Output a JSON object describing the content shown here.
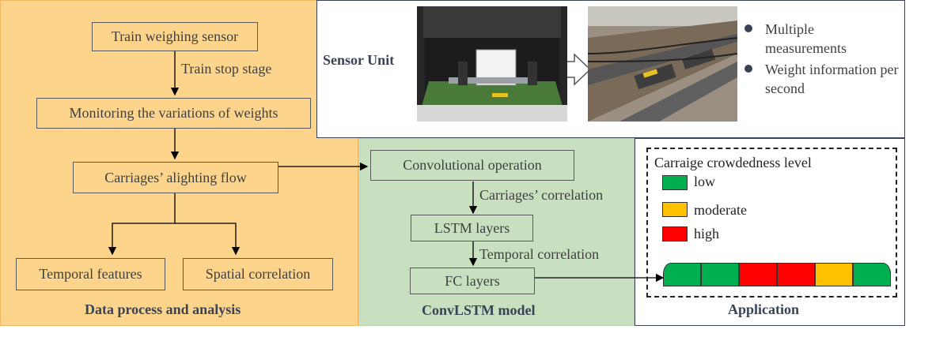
{
  "left_panel": {
    "title": "Data process and analysis",
    "sensor_box": "Train weighing sensor",
    "stop_label": "Train stop stage",
    "monitor_box": "Monitoring the variations of weights",
    "flow_box": "Carriages’ alighting flow",
    "temporal_box": "Temporal features",
    "spatial_box": "Spatial correlation"
  },
  "middle_panel": {
    "title": "ConvLSTM model",
    "conv_box": "Convolutional operation",
    "corr_label": "Carriages’ correlation",
    "lstm_box": "LSTM layers",
    "temporal_label": "Temporal correlation",
    "fc_box": "FC layers"
  },
  "sensor_panel": {
    "title": "Sensor Unit",
    "bullet1": "Multiple measurements",
    "bullet2": "Weight information per second"
  },
  "app_panel": {
    "title": "Application",
    "legend_title": "Carraige crowdedness level",
    "legend": [
      {
        "label": "low",
        "color": "#00b050"
      },
      {
        "label": "moderate",
        "color": "#ffc000"
      },
      {
        "label": "high",
        "color": "#ff0000"
      }
    ],
    "carriages": [
      "low",
      "low",
      "high",
      "high",
      "moderate",
      "low"
    ]
  },
  "colors": {
    "orange_panel": "#fdd48b",
    "green_panel": "#c8e0bf",
    "low": "#00b050",
    "moderate": "#ffc000",
    "high": "#ff0000"
  }
}
